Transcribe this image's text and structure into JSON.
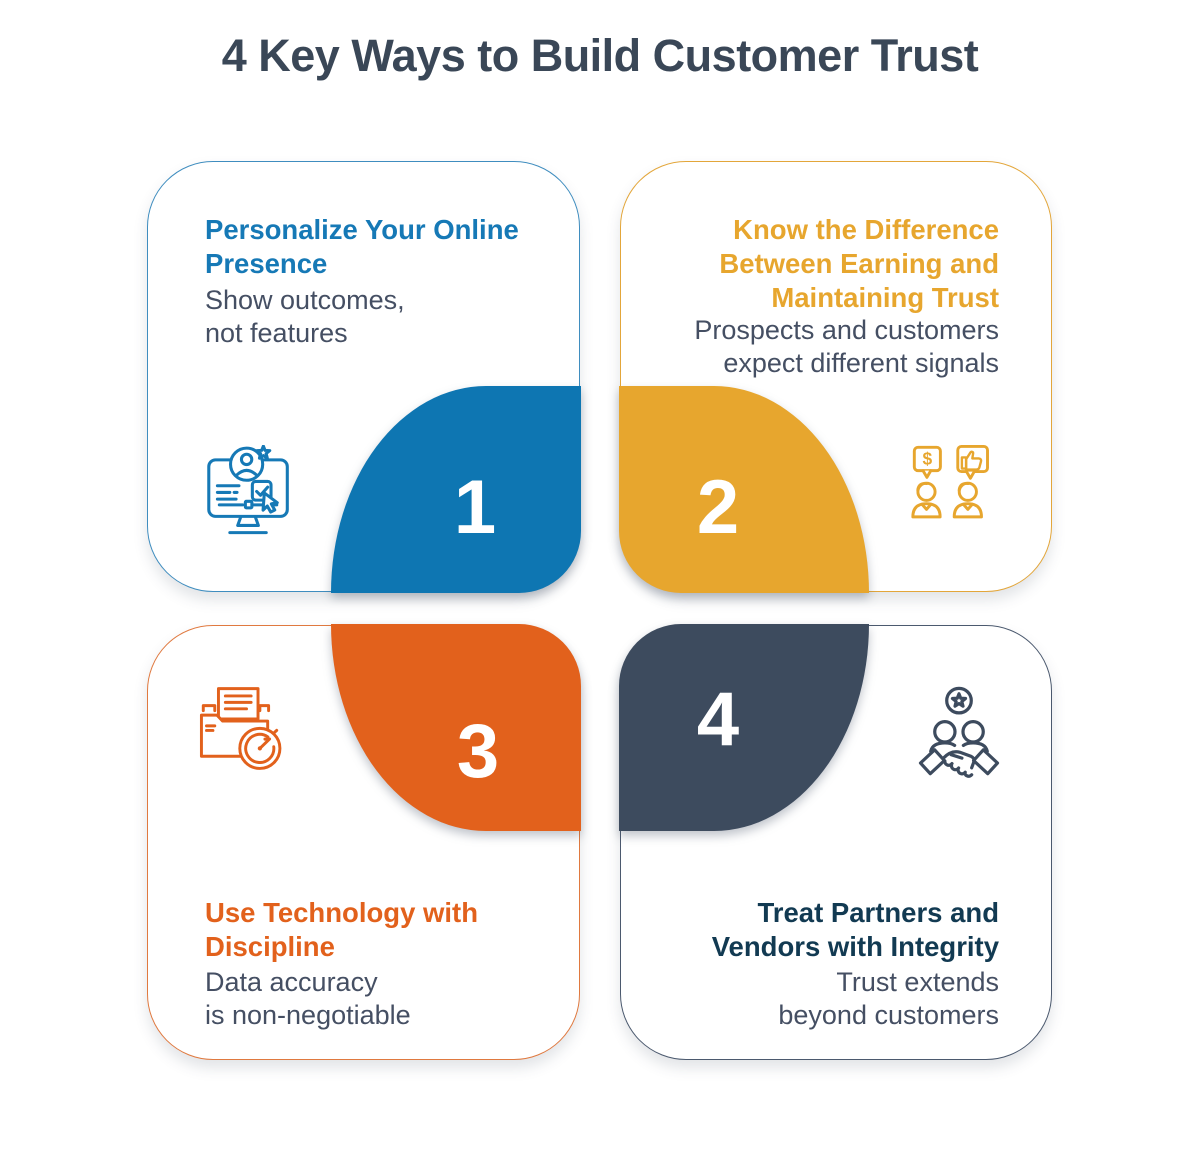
{
  "title": "4 Key Ways to Build Customer Trust",
  "colors": {
    "background": "#FFFFFF",
    "title_text": "#3A4757",
    "body_text": "#454F63",
    "blue_accent": "#0E76B2",
    "gold_accent": "#E7A62E",
    "orange_accent": "#E2611C",
    "navy_accent": "#3D4B5E",
    "navy_heading": "#123A52",
    "number_text": "#FFFFFF"
  },
  "icons": {
    "dollar_sign": "$"
  },
  "cards": [
    {
      "number": "1",
      "accent": "#0E76B2",
      "icon": "monitor-profile-icon",
      "heading_lines": [
        "Personalize Your Online",
        "Presence"
      ],
      "body_lines": [
        "Show outcomes,",
        "not features"
      ]
    },
    {
      "number": "2",
      "accent": "#E7A62E",
      "icon": "people-speech-bubbles-icon",
      "heading_lines": [
        "Know the Difference",
        "Between Earning and",
        "Maintaining Trust"
      ],
      "body_lines": [
        "Prospects and customers",
        "expect different signals"
      ]
    },
    {
      "number": "3",
      "accent": "#E2611C",
      "icon": "folder-gauge-icon",
      "heading_lines": [
        "Use Technology with",
        "Discipline"
      ],
      "body_lines": [
        "Data accuracy",
        "is non-negotiable"
      ]
    },
    {
      "number": "4",
      "accent": "#3D4B5E",
      "icon": "handshake-star-icon",
      "heading_lines": [
        "Treat Partners and",
        "Vendors with Integrity"
      ],
      "body_lines": [
        "Trust extends",
        "beyond customers"
      ]
    }
  ]
}
